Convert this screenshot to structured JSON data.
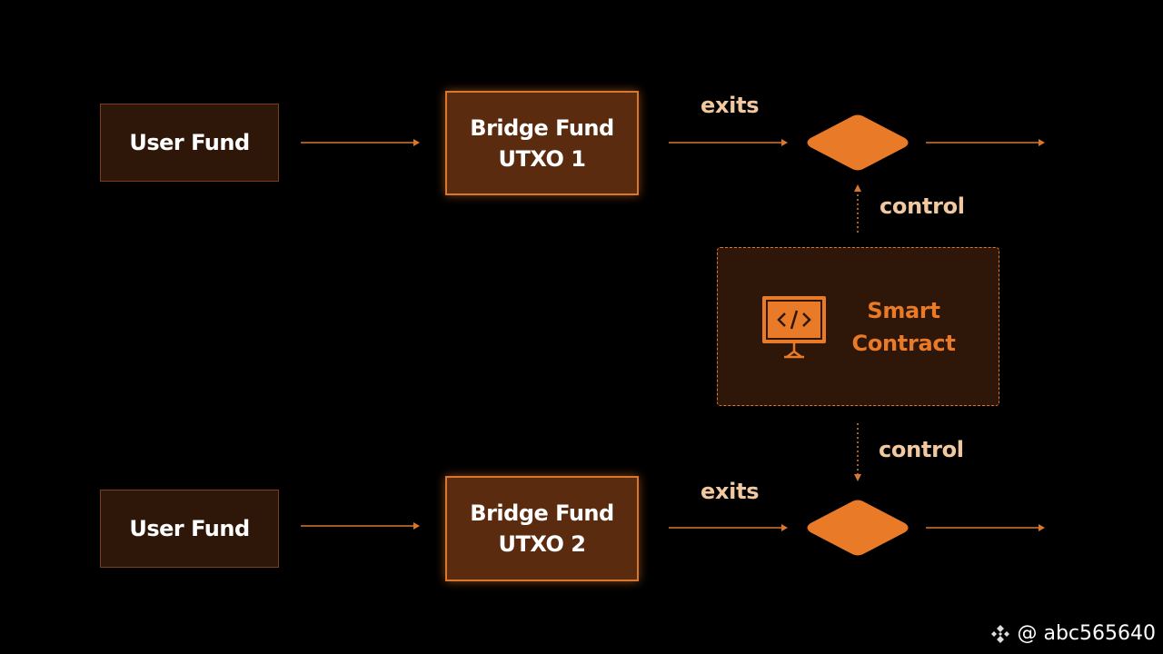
{
  "colors": {
    "accent": "#e87a28",
    "label": "#f2c8a0",
    "user_box_fill": "#2e1708",
    "bridge_box_fill": "#5a2b0e",
    "background": "#000000"
  },
  "rows": [
    {
      "user_fund": "User Fund",
      "bridge_line1": "Bridge Fund",
      "bridge_line2": "UTXO 1",
      "exits_label": "exits",
      "control_label": "control"
    },
    {
      "user_fund": "User Fund",
      "bridge_line1": "Bridge Fund",
      "bridge_line2": "UTXO 2",
      "exits_label": "exits",
      "control_label": "control"
    }
  ],
  "smart_contract": {
    "line1": "Smart",
    "line2": "Contract",
    "icon": "code-presentation-board-icon"
  },
  "watermark": {
    "icon": "binance-logo-icon",
    "text": "@ abc565640"
  }
}
